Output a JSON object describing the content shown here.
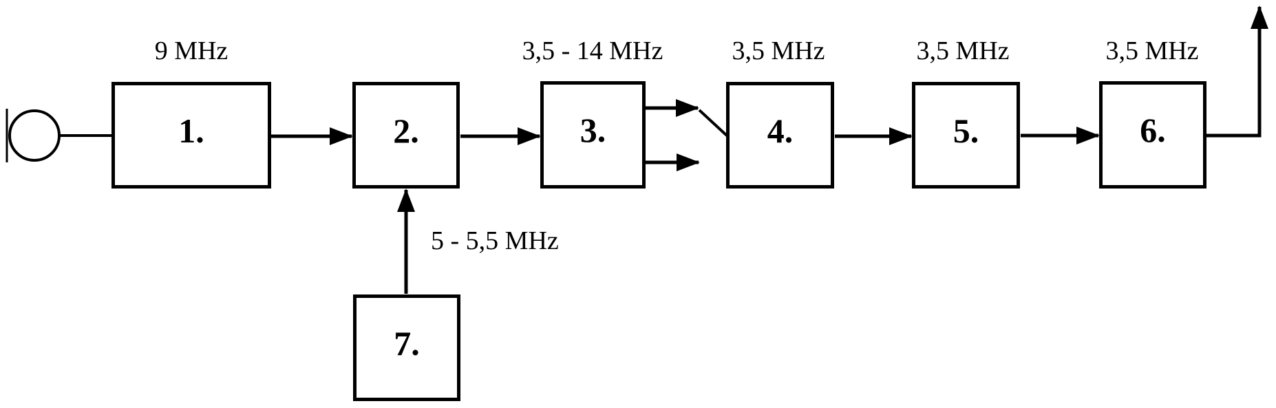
{
  "figure": {
    "kind": "transmitter-block-diagram",
    "background_color": "#ffffff",
    "line_color": "#000000"
  },
  "blocks": [
    {
      "label": "1.",
      "freq": "9 MHz"
    },
    {
      "label": "2."
    },
    {
      "label": "3.",
      "freq": "3,5 - 14 MHz"
    },
    {
      "label": "4.",
      "freq": "3,5 MHz"
    },
    {
      "label": "5.",
      "freq": "3,5 MHz"
    },
    {
      "label": "6.",
      "freq": "3,5 MHz"
    },
    {
      "label": "7."
    }
  ],
  "annotations": {
    "oscillator_output": "5 - 5,5 MHz"
  },
  "connections": [
    {
      "from": "microphone",
      "to": "block-1",
      "style": "plain-line"
    },
    {
      "from": "block-1",
      "to": "block-2",
      "style": "arrow"
    },
    {
      "from": "block-2",
      "to": "block-3",
      "style": "arrow"
    },
    {
      "from": "block-3",
      "to": "switch-upper-contact",
      "style": "arrow"
    },
    {
      "from": "block-3",
      "to": "switch-lower-contact",
      "style": "arrow"
    },
    {
      "from": "switch-blade",
      "to": "block-4",
      "style": "diagonal-line"
    },
    {
      "from": "block-4",
      "to": "block-5",
      "style": "arrow"
    },
    {
      "from": "block-5",
      "to": "block-6",
      "style": "arrow"
    },
    {
      "from": "block-6",
      "to": "antenna-output",
      "style": "arrow-up"
    },
    {
      "from": "block-7",
      "to": "block-2",
      "style": "arrow-up"
    }
  ]
}
